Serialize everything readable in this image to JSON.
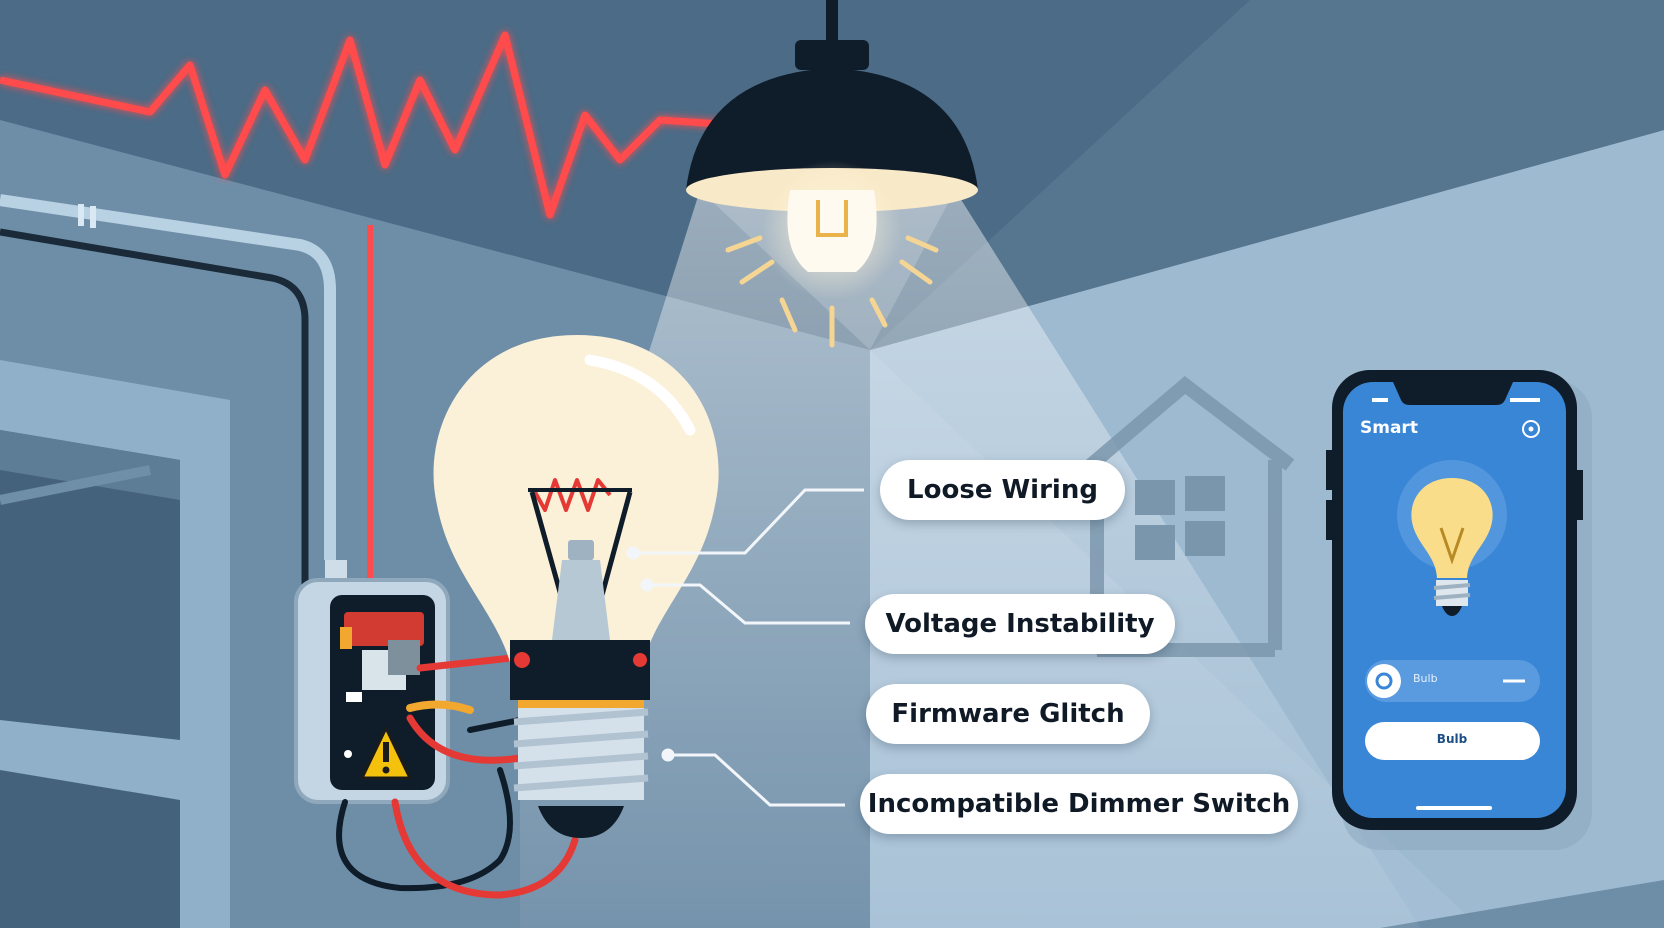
{
  "labels": {
    "loose_wiring": "Loose Wiring",
    "voltage_instability": "Voltage Instability",
    "firmware_glitch": "Firmware Glitch",
    "incompatible_dimmer": "Incompatible Dimmer Switch"
  },
  "phone": {
    "app_title": "Smart",
    "control_label": "Bulb",
    "button_label": "Bulb"
  },
  "colors": {
    "wall_dark": "#4a6a85",
    "wall_light": "#9dbad1",
    "voltage_wave": "#ff4b4b",
    "bulb_glass": "#fbf0d8",
    "phone_screen": "#3a86d6",
    "warning": "#f4c20d"
  },
  "icons": [
    "pendant-lamp-icon",
    "light-bulb-icon",
    "warning-icon",
    "house-icon",
    "smartphone-icon",
    "voltage-wave-icon",
    "settings-icon"
  ]
}
